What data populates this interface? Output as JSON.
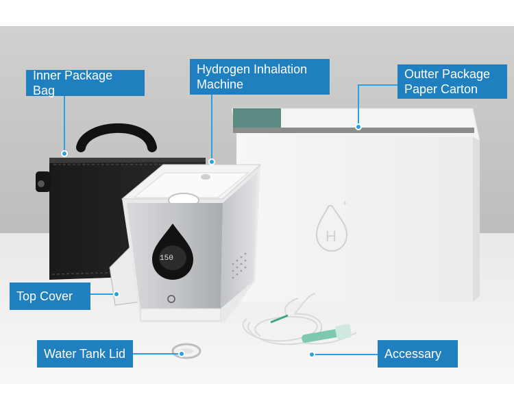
{
  "labels": {
    "inner_bag": "Inner Package Bag",
    "machine": "Hydrogen Inhalation\nMachine",
    "carton": "Outter Package\nPaper Carton",
    "top_cover": "Top Cover",
    "water_tank_lid": "Water Tank Lid",
    "accessary": "Accessary"
  },
  "display_reading": "150",
  "colors": {
    "label_bg": "#1f7fbf",
    "leader": "#27a1e6",
    "wall": "#c9c9c7",
    "table": "#f2f2f2"
  }
}
